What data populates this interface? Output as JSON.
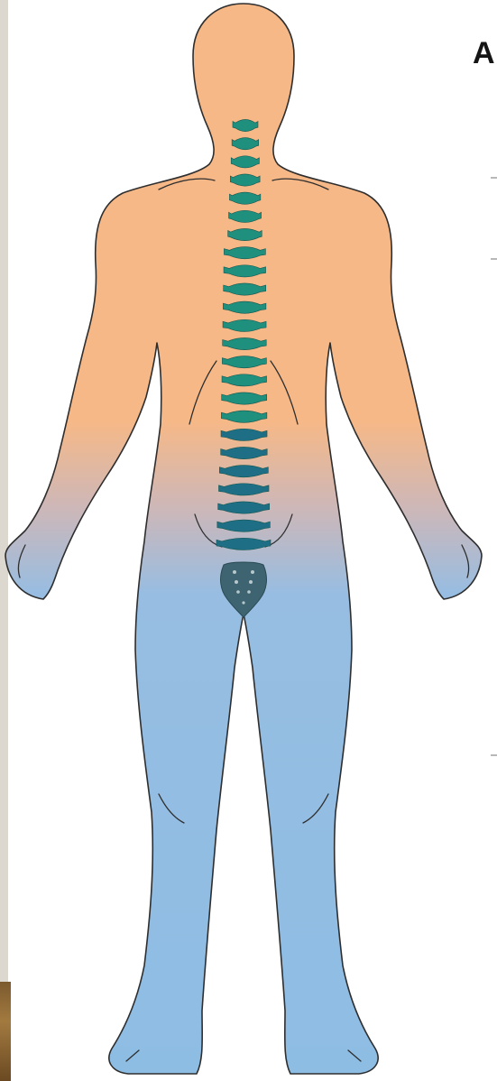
{
  "panel_letter": "A",
  "colors": {
    "skin": "#f6b887",
    "leg": "#8ebde4",
    "outline": "#2e2e2e",
    "vertebra_upper": "#1f8f7e",
    "vertebra_lower": "#1e6f86",
    "sacrum": "#3d6470",
    "background": "#ffffff",
    "frame": "#ddd8cf"
  },
  "icons": [
    "human-body-back-view",
    "spine-vertebrae",
    "sacrum"
  ],
  "spine": {
    "vertebra_count": 24
  }
}
